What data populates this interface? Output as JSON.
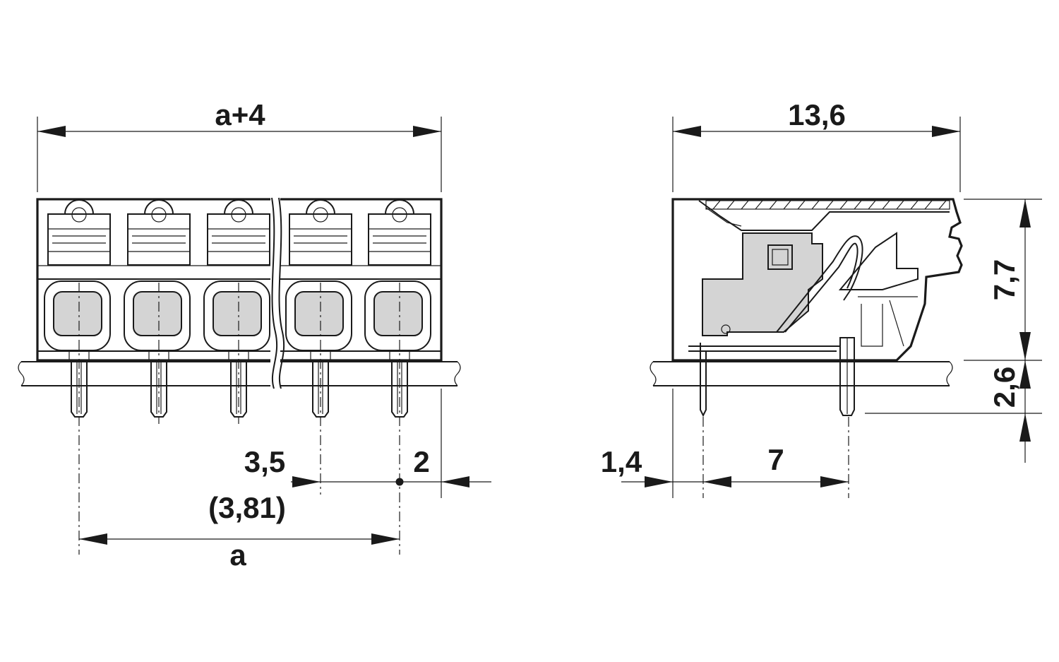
{
  "front_view": {
    "dimensions": {
      "overall_width": "a+4",
      "pitch": "3,5",
      "pitch_alt": "(3,81)",
      "edge_offset": "2",
      "pin_span": "a"
    },
    "positions": 5
  },
  "side_view": {
    "dimensions": {
      "depth": "13,6",
      "body_height": "7,7",
      "pin_length": "2,6",
      "front_offset": "1,4",
      "pin_spacing": "7"
    }
  }
}
